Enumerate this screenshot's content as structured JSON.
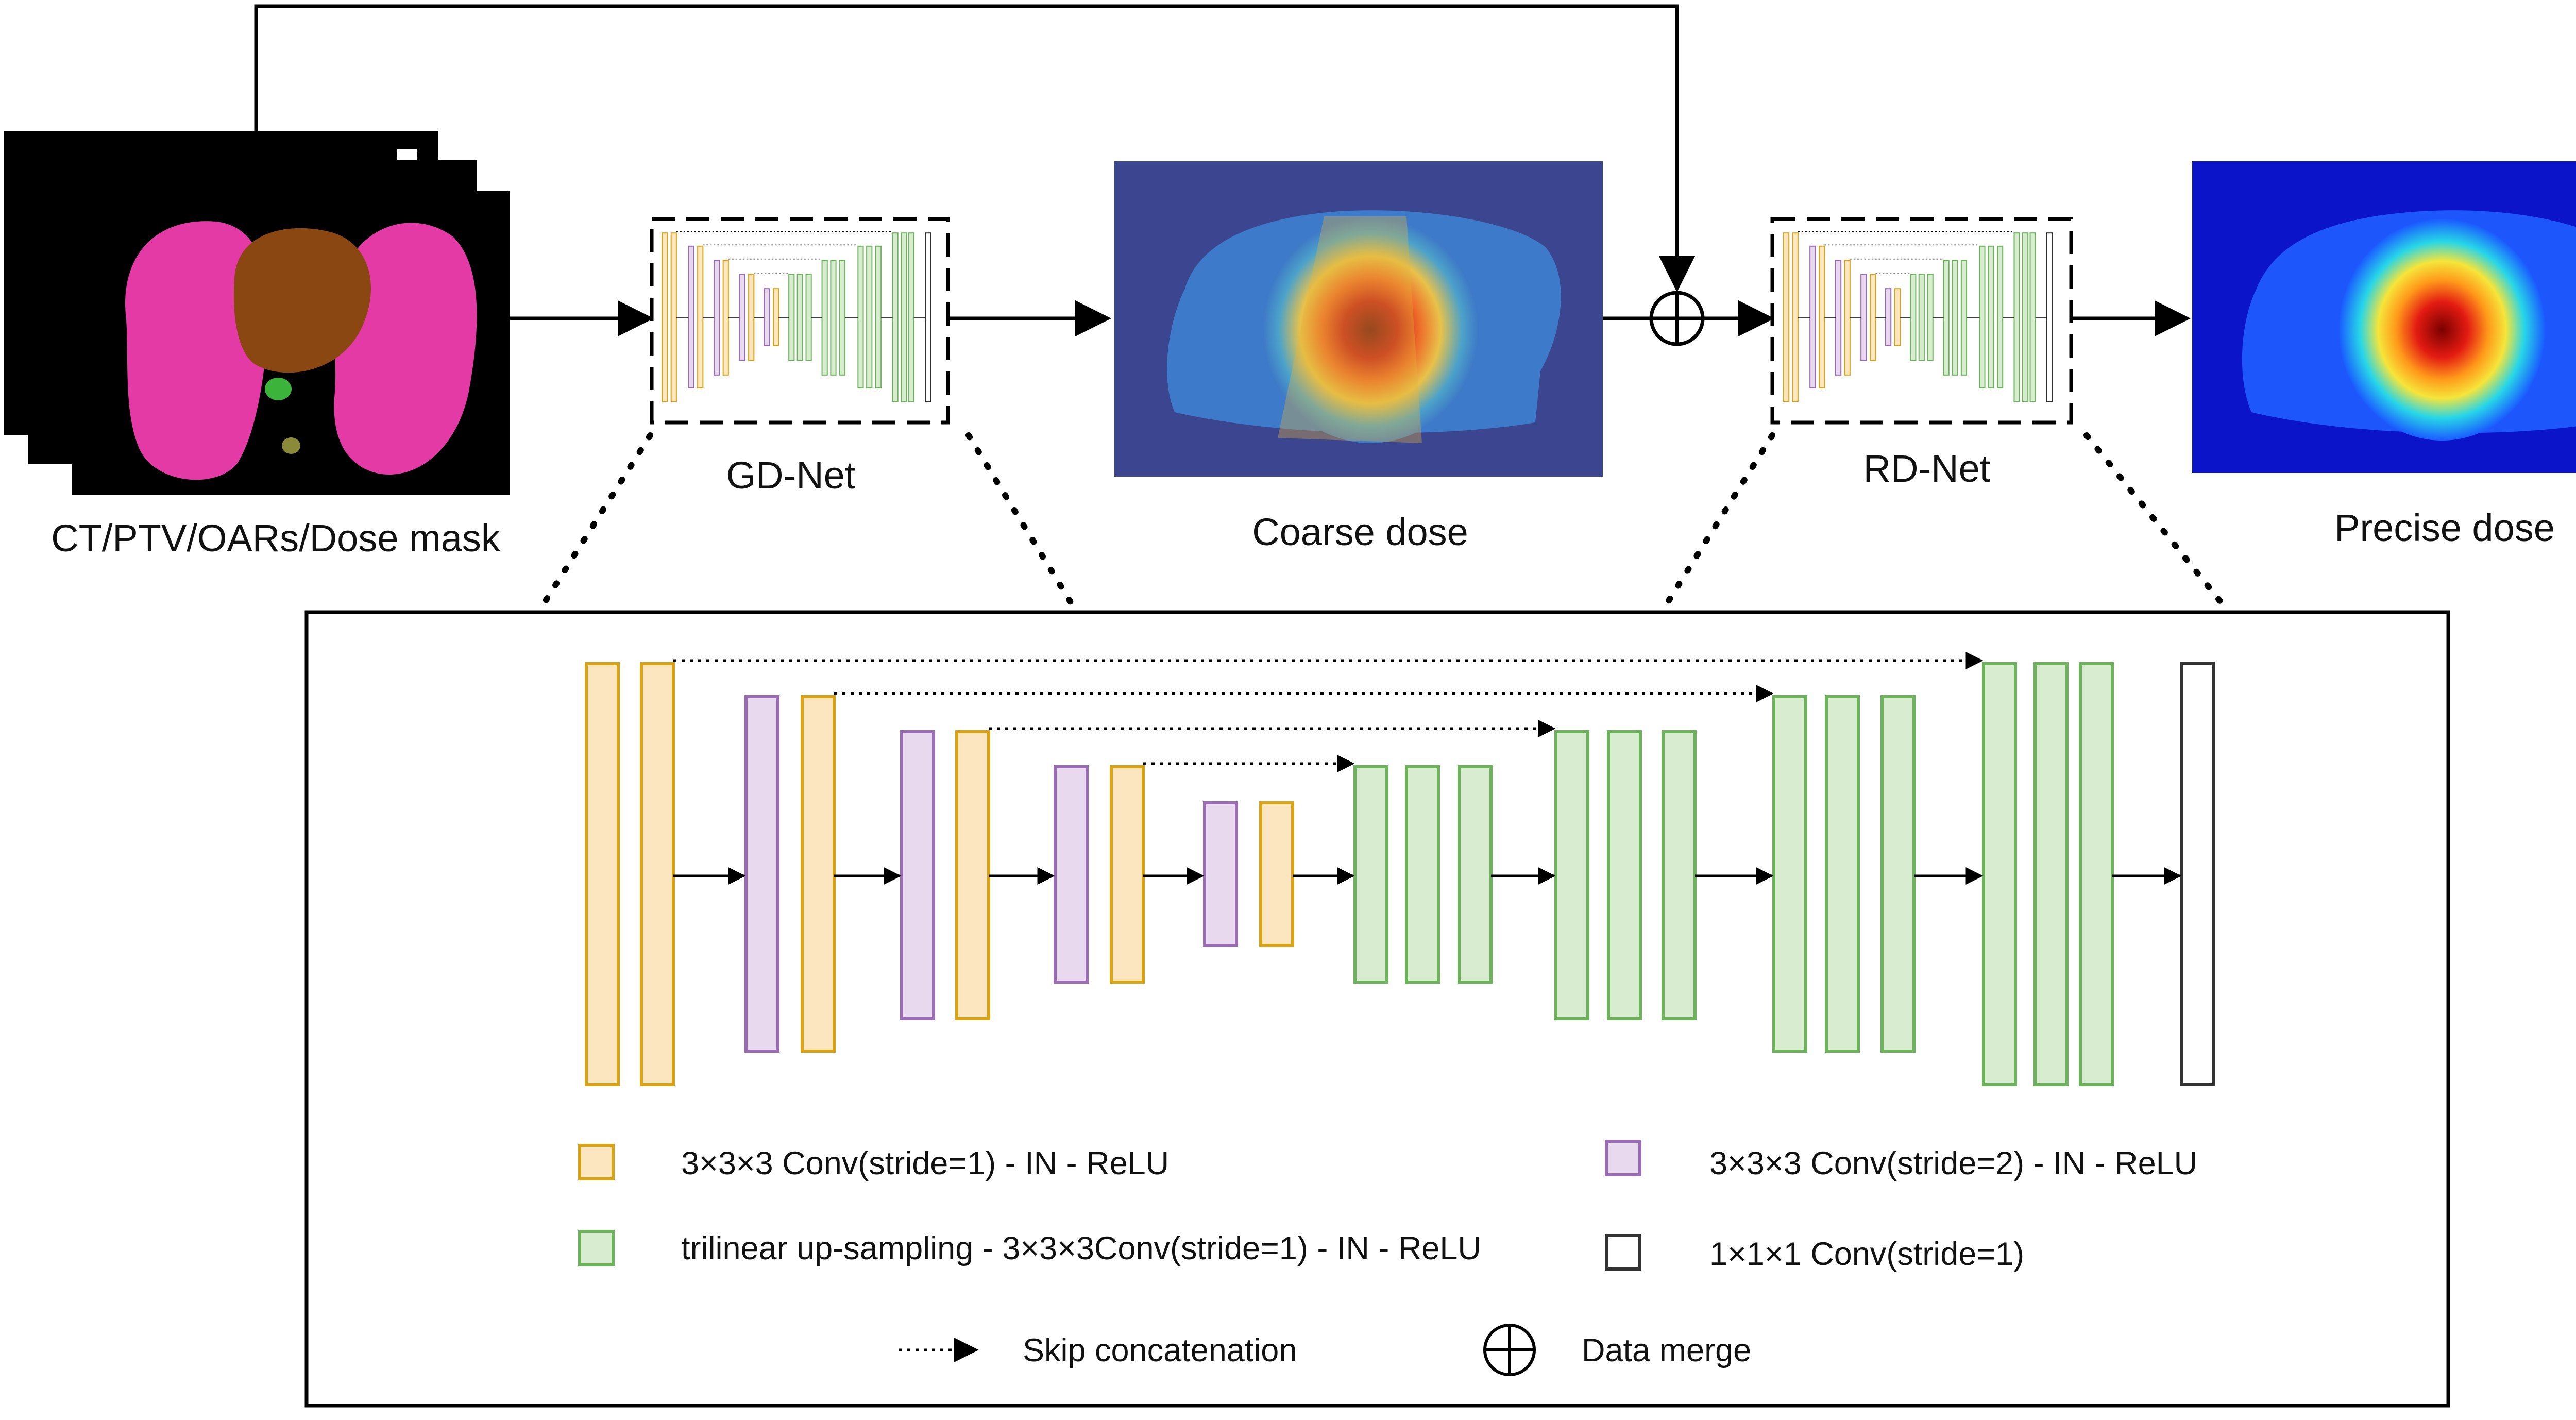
{
  "labels": {
    "input": "CT/PTV/OARs/Dose mask",
    "gd_net": "GD-Net",
    "coarse_dose": "Coarse dose",
    "rd_net": "RD-Net",
    "precise_dose": "Precise dose"
  },
  "legend": {
    "conv_stride1": "3×3×3 Conv(stride=1) - IN - ReLU",
    "conv_stride2": "3×3×3 Conv(stride=2) - IN - ReLU",
    "upsample": "trilinear up-sampling - 3×3×3Conv(stride=1) - IN - ReLU",
    "conv_1x1": "1×1×1 Conv(stride=1)",
    "skip": "Skip concatenation",
    "merge": "Data merge"
  },
  "colors": {
    "conv_fill": "#fbe6c0",
    "conv_stroke": "#d9a318",
    "down_fill": "#e9d9ee",
    "down_stroke": "#9a6cb4",
    "up_fill": "#d8edd0",
    "up_stroke": "#6cb35c",
    "out_fill": "#ffffff",
    "out_stroke": "#333333",
    "lung": "#e43aa6",
    "heart": "#8a4712",
    "dose_bg_coarse": "#3c4590",
    "dose_bg_precise": "#0b14c8"
  }
}
